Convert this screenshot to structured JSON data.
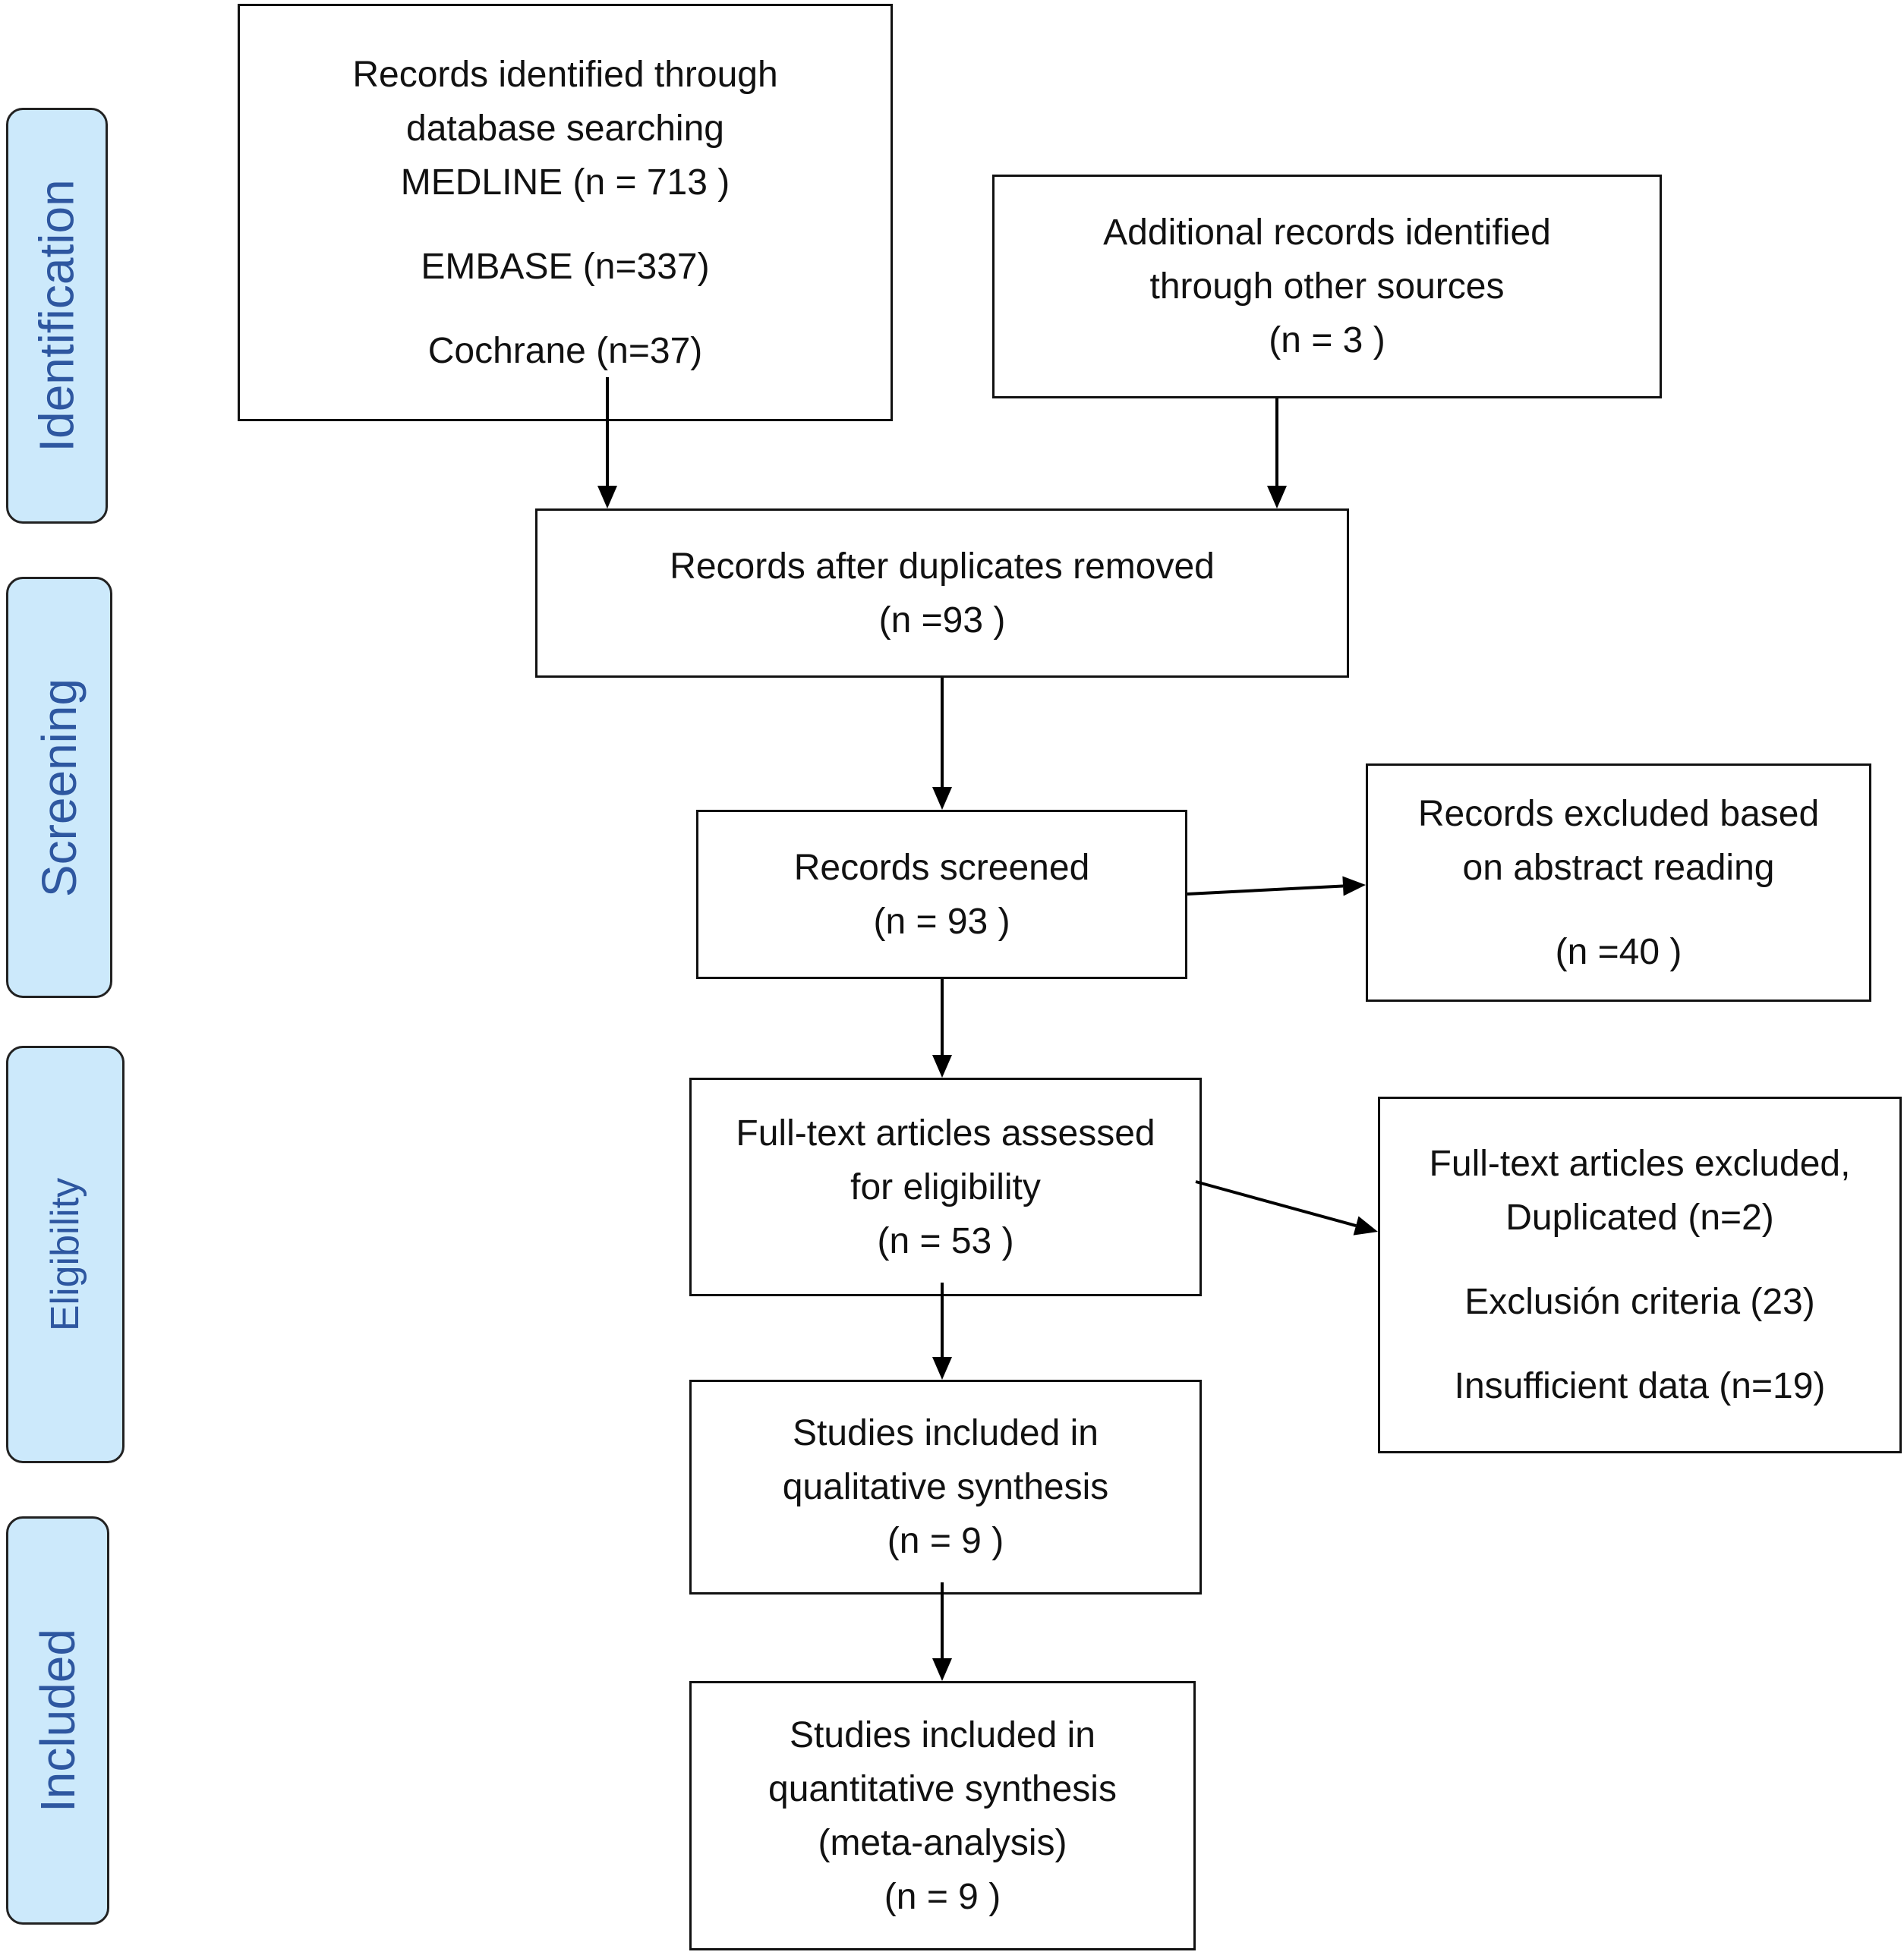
{
  "colors": {
    "phase_fill": "#cce9fb",
    "phase_text": "#2e57a0",
    "box_border": "#111111",
    "text": "#111111",
    "arrow": "#000000"
  },
  "phases": {
    "identification": "Identification",
    "screening": "Screening",
    "eligibility": "Eligibility",
    "included": "Included"
  },
  "boxes": {
    "database": {
      "l1": "Records identified through",
      "l2": "database searching",
      "l3": "MEDLINE (n = 713 )",
      "l4": "EMBASE (n=337)",
      "l5": "Cochrane (n=37)"
    },
    "other_sources": {
      "l1": "Additional records identified",
      "l2": "through other sources",
      "l3": "(n = 3  )"
    },
    "duplicates_removed": {
      "l1": "Records after duplicates removed",
      "l2": "(n =93  )"
    },
    "screened": {
      "l1": "Records screened",
      "l2": "(n =  93 )"
    },
    "excluded_abstract": {
      "l1": "Records excluded based",
      "l2": "on abstract reading",
      "l3": "(n =40 )"
    },
    "fulltext_assessed": {
      "l1": "Full-text articles assessed",
      "l2": "for eligibility",
      "l3": "(n = 53  )"
    },
    "fulltext_excluded": {
      "l1": "Full-text articles excluded,",
      "l2": "Duplicated (n=2)",
      "l3": "Exclusión criteria (23)",
      "l4": "Insufficient data (n=19)"
    },
    "qualitative": {
      "l1": "Studies included in",
      "l2": "qualitative synthesis",
      "l3": "(n =  9 )"
    },
    "quantitative": {
      "l1": "Studies included in",
      "l2": "quantitative synthesis",
      "l3": "(meta-analysis)",
      "l4": "(n =  9 )"
    }
  }
}
